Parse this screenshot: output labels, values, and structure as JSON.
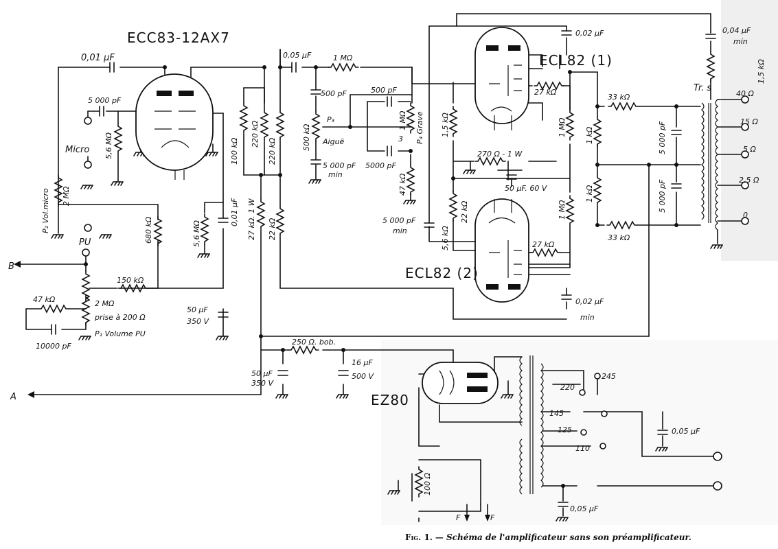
{
  "tubes": {
    "preamp": "ECC83-12AX7",
    "output_1": "ECL82 (1)",
    "output_2": "ECL82 (2)",
    "rectifier": "EZ80"
  },
  "inputs": {
    "micro": "Micro",
    "pu": "PU",
    "out_b": "B",
    "out_a": "A"
  },
  "components": {
    "c_001": "0,01 µF",
    "c_5000_in": "5 000 pF",
    "r_56m": "5,6 MΩ",
    "p2": "P₂ Vol.micro",
    "p2_val": "2 MΩ",
    "r_680k": "680 kΩ",
    "r_56m_b": "5,6 MΩ",
    "c_001_b": "0,01 µF",
    "r_100k": "100 kΩ",
    "r_220k_a": "220 kΩ",
    "r_220k_b": "220 kΩ",
    "r_27k_1w": "27 kΩ. 1 W",
    "r_22k": "22 kΩ",
    "r_150k": "150 kΩ",
    "r_47k": "47 kΩ",
    "p1_val": "2 MΩ",
    "p1_tap": "prise à 200 Ω",
    "p1": "P₁ Volume PU",
    "c_10000": "10000 pF",
    "c_50uf": "50 µF",
    "c_50uf_v": "350 V",
    "c_005": "0,05 µF",
    "r_1m": "1 MΩ",
    "c_500_a": "500 pF",
    "c_500_b": "500 pF",
    "p3": "P₃",
    "p3_val": "500 kΩ",
    "aigue": "Aiguë",
    "c_5000_min": "5 000 pF",
    "min": "min",
    "c_5000_b": "5000 pF",
    "r_47k_b": "47 kΩ",
    "p4": "P₄ Grave",
    "p4_val": "1 MΩ",
    "tap3": "3",
    "c_002_top": "0,02 µF",
    "r_27k_a": "27 kΩ",
    "r_15k": "1,5 kΩ",
    "r_270": "270 Ω - 1 W",
    "c_50uf_60": "50 µF. 60 V",
    "r_1m_a": "1 MΩ",
    "r_1m_b": "1 MΩ",
    "r_1k_a": "1 kΩ",
    "r_1k_b": "1 kΩ",
    "r_33k_a": "33 kΩ",
    "r_33k_b": "33 kΩ",
    "c_5000_o1": "5 000 pF",
    "c_5000_o2": "5 000 pF",
    "c_5000_min2": "5 000 pF",
    "r_56k": "5,6 kΩ",
    "r_22k_b": "22 kΩ",
    "r_27k_b": "27 kΩ",
    "c_002_bot": "0,02 µF",
    "c_004": "0,04 µF",
    "r_15k_b": "1,5 kΩ",
    "trs": "Tr. s",
    "tap_40": "40 Ω",
    "tap_15": "15 Ω",
    "tap_5": "5 Ω",
    "tap_25": "2,5 Ω",
    "tap_0": "0",
    "r_250": "250 Ω. bob.",
    "c_50uf_b": "50 µF",
    "c_50uf_b_v": "350 V",
    "c_16uf": "16 µF",
    "c_16uf_v": "500 V",
    "v245": "245",
    "v220": "220",
    "v145": "145",
    "v125": "125",
    "v110": "110",
    "c_005_mains": "0,05 µF",
    "c_005_bot": "0,05 µF",
    "r_100": "100 Ω",
    "fil_f1": "F",
    "fil_f2": "F"
  },
  "caption": {
    "fig": "Fig. 1.",
    "text": "— Schéma de l'amplificateur sans son préamplificateur."
  }
}
